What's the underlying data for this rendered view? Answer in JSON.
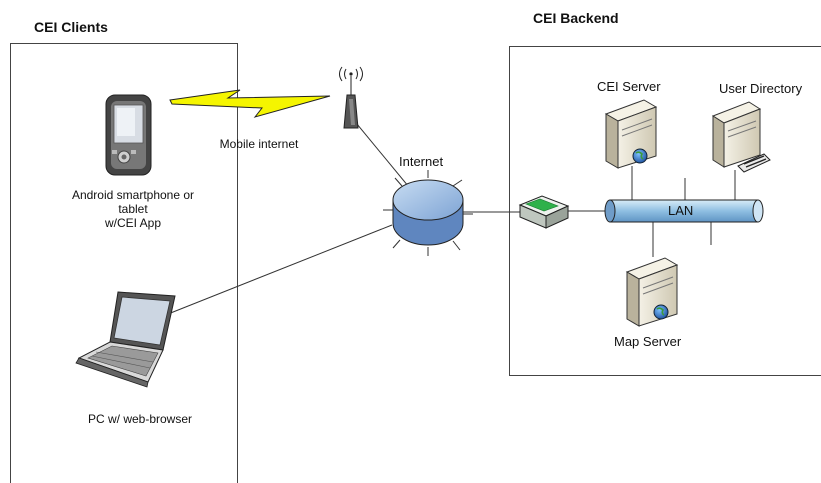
{
  "clients": {
    "title": "CEI Clients",
    "smartphone_label_line1": "Android smartphone or",
    "smartphone_label_line2": "tablet",
    "smartphone_label_line3": "w/CEI App",
    "pc_label": "PC w/ web-browser",
    "mobile_link_label": "Mobile internet"
  },
  "network": {
    "internet_label": "Internet"
  },
  "backend": {
    "title": "CEI Backend",
    "cei_server_label": "CEI Server",
    "user_directory_label": "User Directory",
    "lan_label": "LAN",
    "map_server_label": "Map Server"
  },
  "icons": {
    "smartphone": "smartphone-icon",
    "laptop": "laptop-icon",
    "antenna": "antenna-icon",
    "lightning": "lightning-icon",
    "router": "router-icon",
    "switch": "switch-icon",
    "server": "server-icon",
    "globe": "globe-icon"
  },
  "colors": {
    "lightning_fill": "#f5f500",
    "lan_fill": "#9cc6e6",
    "router_fill": "#8fb2dd",
    "server_body": "#e4dfcf"
  }
}
